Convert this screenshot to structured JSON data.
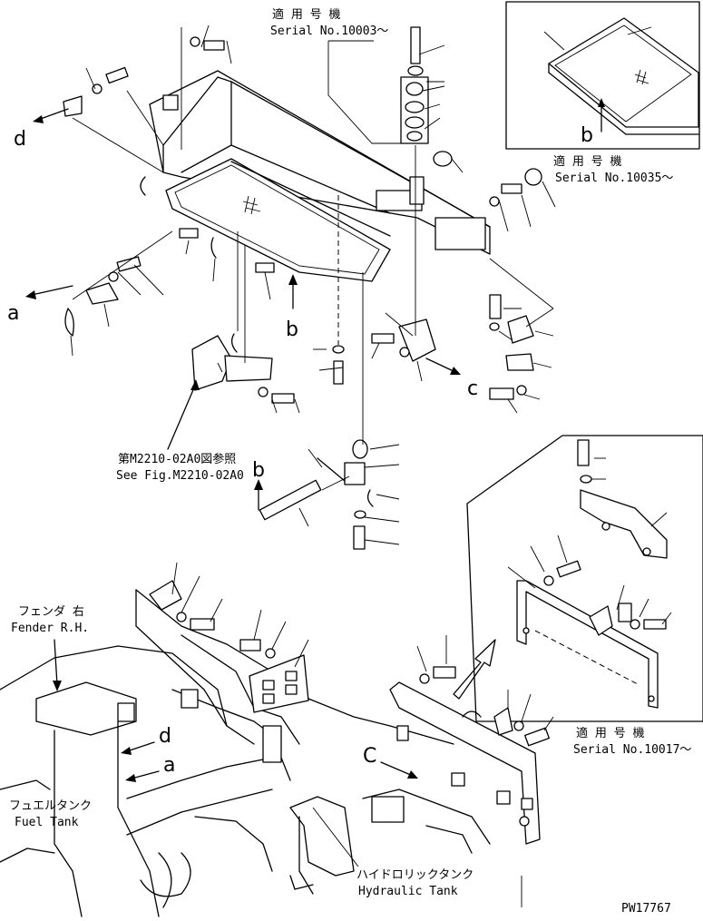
{
  "labels": {
    "serial_10003_jp": "適 用 号 機",
    "serial_10003_en": "Serial No.10003～",
    "serial_10035_jp": "適 用 号 機",
    "serial_10035_en": "Serial No.10035～",
    "serial_10017_jp": "適 用 号 機",
    "serial_10017_en": "Serial No.10017～",
    "see_fig_jp": "第M2210-02A0図参照",
    "see_fig_en": "See Fig.M2210-02A0",
    "fender_jp": "フェンダ 右",
    "fender_en": "Fender R.H.",
    "fuel_jp": "フュエルタンク",
    "fuel_en": "Fuel Tank",
    "hyd_jp": "ハイドロリックタンク",
    "hyd_en": "Hydraulic Tank",
    "code": "PW17767"
  },
  "view_letters": {
    "d1": "d",
    "a1": "a",
    "b1": "b",
    "c1": "c",
    "b2": "b",
    "b3": "b",
    "c2": "C",
    "d2": "d",
    "a2": "a"
  }
}
